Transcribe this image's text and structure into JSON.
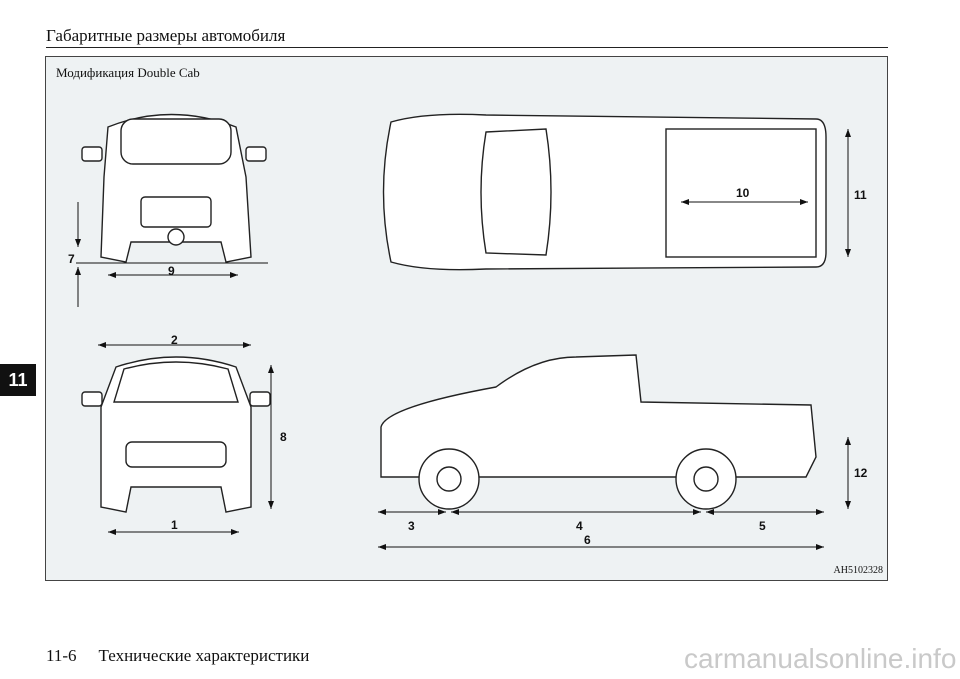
{
  "header": {
    "title": "Габаритные размеры автомобиля"
  },
  "figure": {
    "caption": "Модификация Double Cab",
    "code": "AH5102328",
    "labels": {
      "d1": "1",
      "d2": "2",
      "d3": "3",
      "d4": "4",
      "d5": "5",
      "d6": "6",
      "d7": "7",
      "d8": "8",
      "d9": "9",
      "d10": "10",
      "d11": "11",
      "d12": "12"
    }
  },
  "chapter_tab": "11",
  "footer": {
    "page": "11-6",
    "section": "Технические характеристики"
  },
  "watermark": "carmanualsonline.info"
}
